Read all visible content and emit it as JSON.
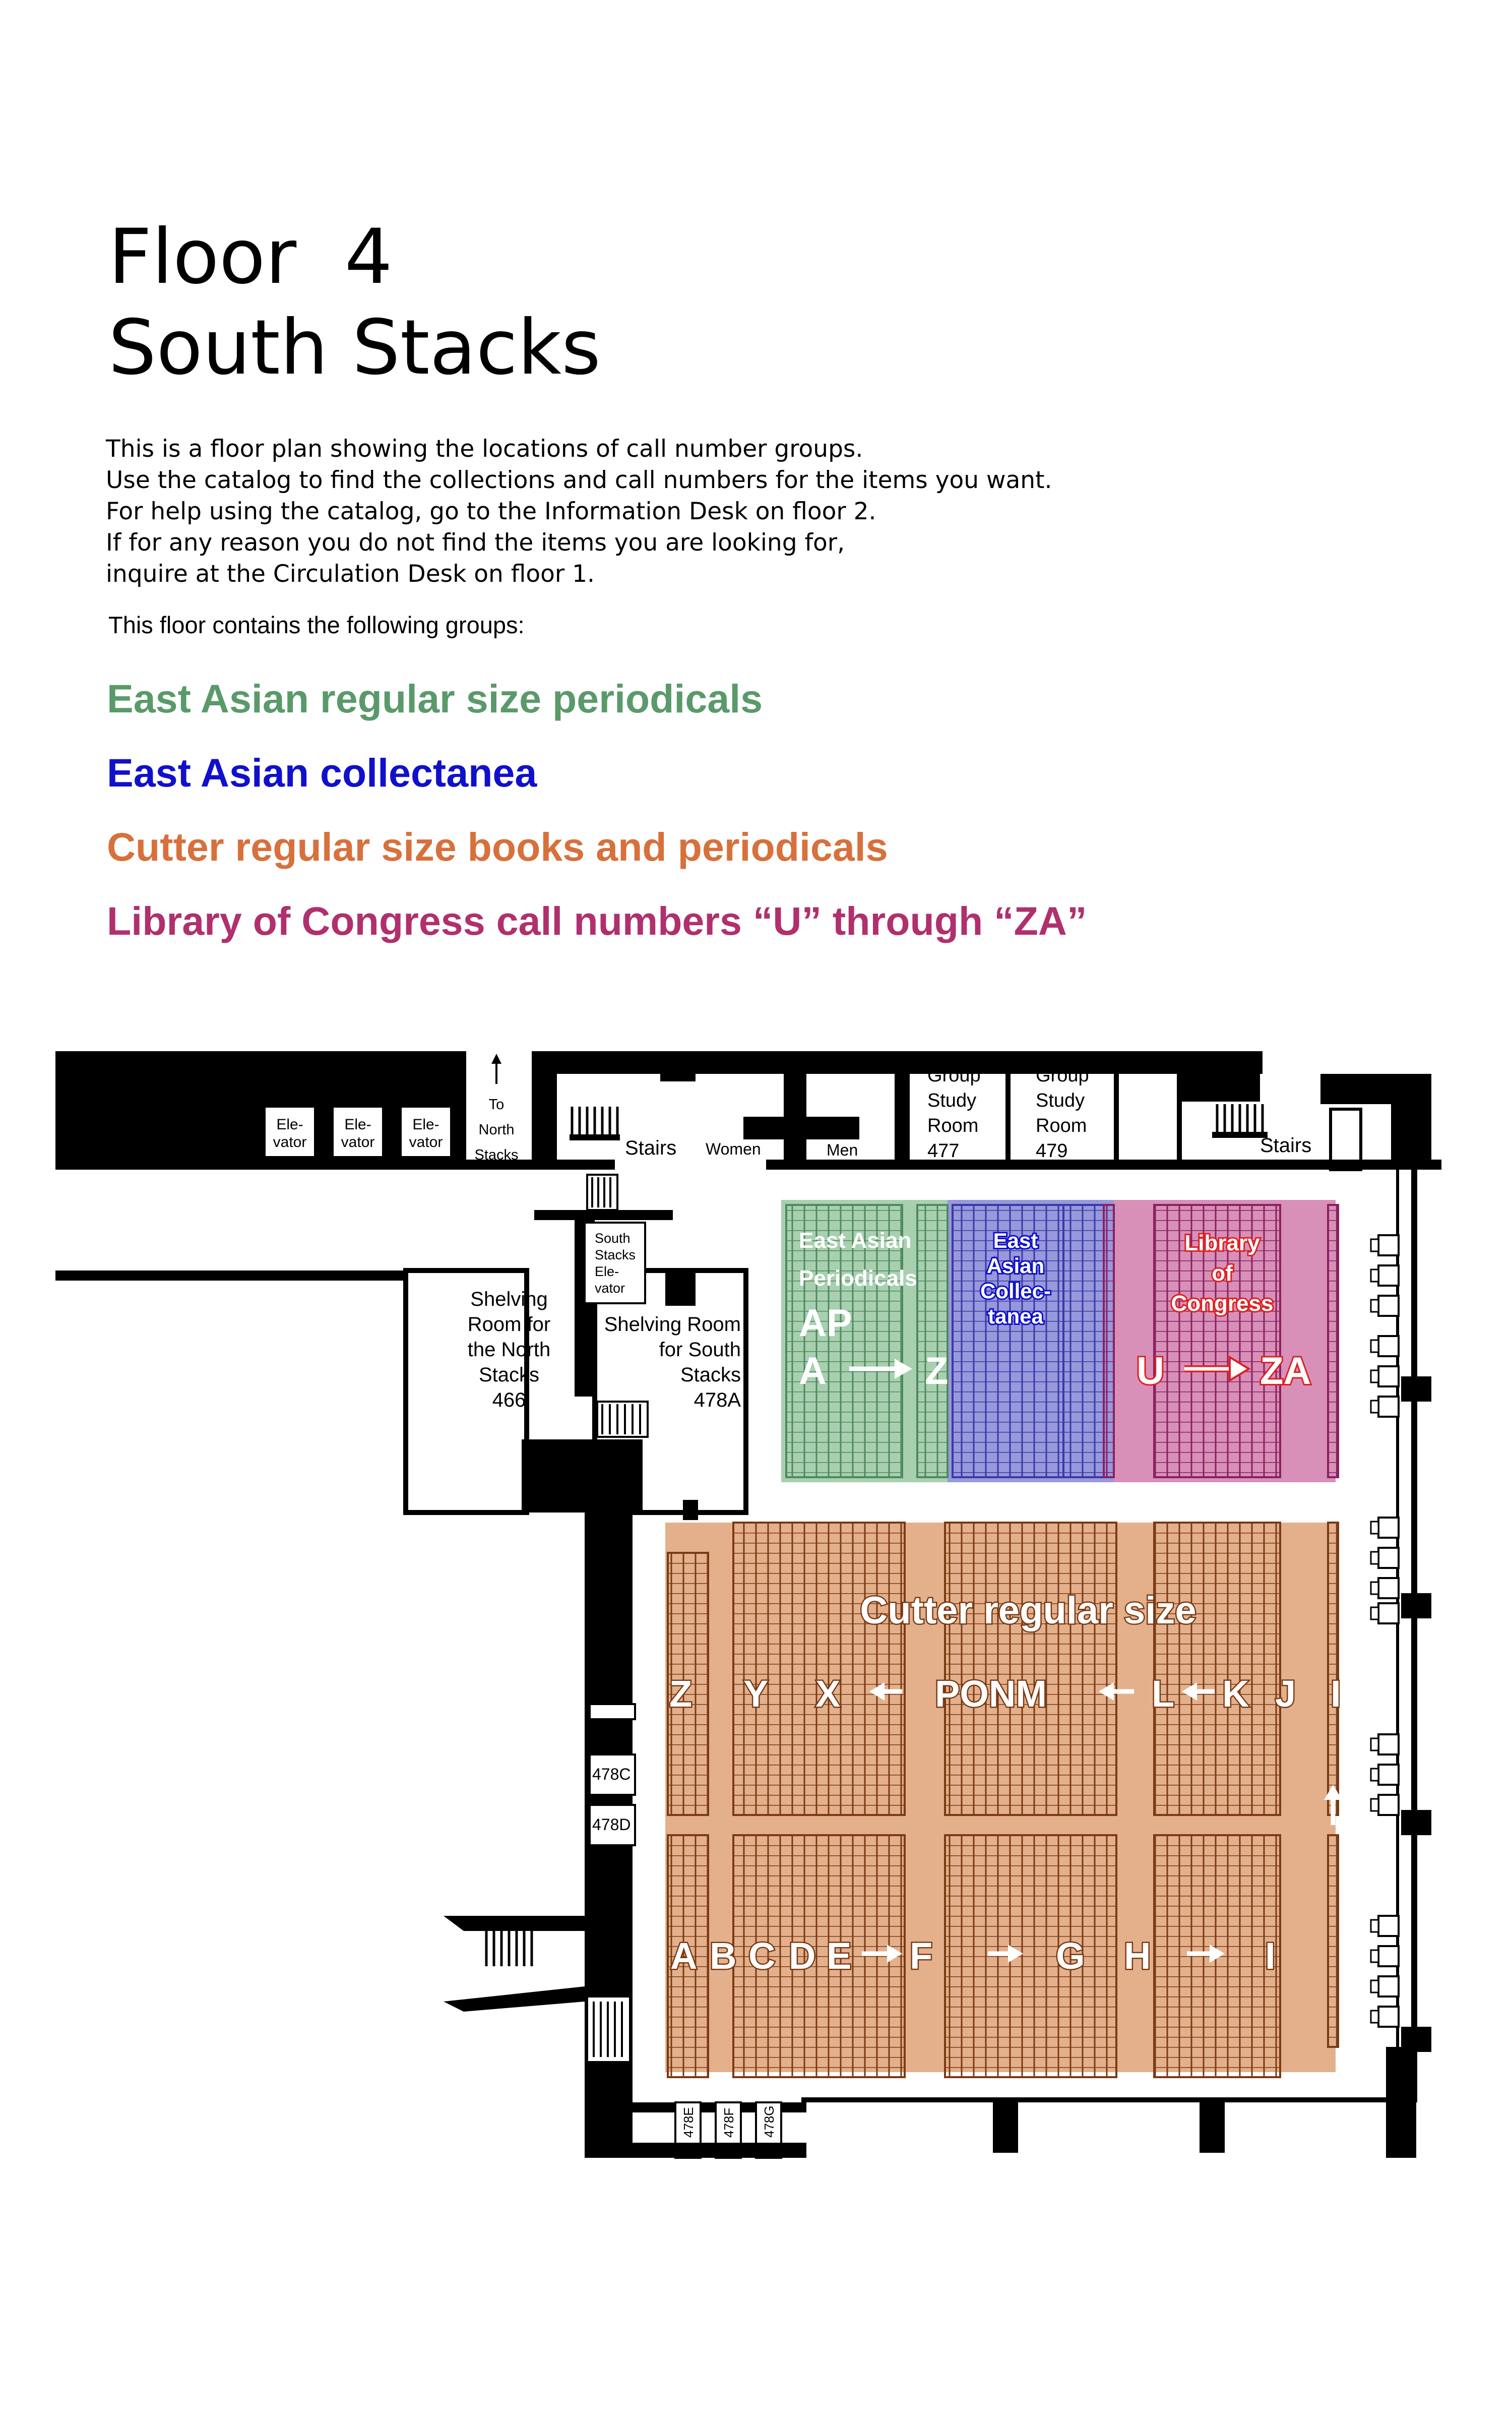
{
  "title_line1": "Floor  4",
  "title_line2": "South Stacks",
  "intro_lines": [
    "This is a floor plan showing the locations of call number groups.",
    "Use the catalog to find the collections and call numbers for the items you want.",
    "For help using the catalog, go to the Information Desk on floor 2.",
    "If for any reason you do not find the items you are looking for,",
    "inquire at the Circulation Desk on floor 1."
  ],
  "contains_label": "This floor contains the following groups:",
  "groups": [
    {
      "label": "East Asian regular size periodicals",
      "color": "#5a9a6a"
    },
    {
      "label": "East Asian collectanea",
      "color": "#1010cc"
    },
    {
      "label": "Cutter regular size books and periodicals",
      "color": "#d8703c"
    },
    {
      "label": "Library of Congress call numbers “U” through “ZA”",
      "color": "#b0306e"
    }
  ],
  "map": {
    "elevators": [
      "Ele-",
      "vator"
    ],
    "to_north": [
      "To",
      "North",
      "Stacks"
    ],
    "stairs_top_left": "Stairs",
    "women": "Women",
    "men": "Men",
    "group_study_477": [
      "Group",
      "Study",
      "Room",
      "477"
    ],
    "group_study_479": [
      "Group",
      "Study",
      "Room",
      "479"
    ],
    "stairs_top_right": "Stairs",
    "south_elevator": [
      "South",
      "Stacks",
      "Ele-",
      "vator"
    ],
    "shelving_north": [
      "Shelving",
      "Room for",
      "the North",
      "Stacks",
      "466"
    ],
    "shelving_south": [
      "Shelving Room",
      "for South",
      "Stacks",
      "478A"
    ],
    "rooms": {
      "c": "478C",
      "d": "478D",
      "e": "478E",
      "f": "478F",
      "g": "478G"
    },
    "stairs_bottom": "Stairs",
    "east_asian_periodicals": [
      "East Asian",
      "Periodicals",
      "AP",
      "A",
      "Z"
    ],
    "east_asian_collectanea": [
      "East",
      "Asian",
      "Collec-",
      "tanea"
    ],
    "library_of_congress": [
      "Library",
      "of",
      "Congress",
      "U",
      "ZA"
    ],
    "cutter_title": "Cutter regular size",
    "cutter_upper": [
      "Z",
      "Y",
      "X",
      "PONM",
      "L",
      "K",
      "J",
      "I"
    ],
    "cutter_lower": [
      "A",
      "B",
      "C",
      "D",
      "E",
      "F",
      "G",
      "H",
      "I"
    ],
    "colors": {
      "periodicals": "#a8d0b0",
      "collectanea": "#9898dc",
      "congress": "#d890b8",
      "cutter": "#e4b08c",
      "shelf_periodicals": "#4e8a5e",
      "shelf_collectanea": "#3a3aa8",
      "shelf_congress": "#8a2060",
      "shelf_cutter": "#7a3a14"
    }
  }
}
